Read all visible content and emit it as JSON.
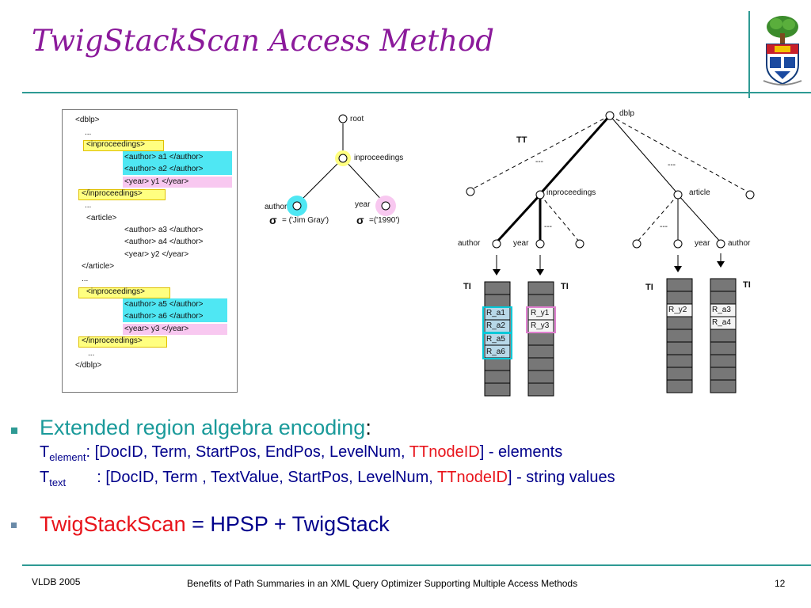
{
  "title": "TwigStackScan Access Method",
  "xml_lines": [
    "<dblp>",
    "...",
    "<inproceedings>",
    "<author> a1 </author>",
    "<author> a2 </author>",
    "<year>     y1 </year>",
    "</inproceedings>",
    "...",
    "<article>",
    "<author> a3 </author>",
    "<author> a4 </author>",
    "<year>     y2 </year>",
    "</article>",
    "...",
    "<inproceedings>",
    "<author> a5 </author>",
    "<author> a6 </author>",
    "<year>     y3 </year>",
    "</inproceedings>",
    "...",
    "</dblp>"
  ],
  "query_tree": {
    "root": "root",
    "inproceedings": "inproceedings",
    "author": "author",
    "year": "year",
    "author_pred": "= ('Jim Gray')",
    "year_pred": "=('1990')",
    "sigma": "σ"
  },
  "summary_tree": {
    "dblp": "dblp",
    "tt": "TT",
    "dashes": "---",
    "inproceedings": "inproceedings",
    "article": "article",
    "author": "author",
    "year": "year",
    "ti": "TI",
    "col1": [
      "R_a1",
      "R_a2",
      "R_a5",
      "R_a6"
    ],
    "col2": [
      "R_y1",
      "R_y3"
    ],
    "col3": [
      "R_y2"
    ],
    "col4": [
      "R_a3",
      "R_a4"
    ]
  },
  "bullets": {
    "b1_heading": "Extended region algebra encoding",
    "b1_colon": ":",
    "t_element_T": "T",
    "t_element_sub": "element",
    "t_element_body_1": ": [DocID, Term, StartPos, EndPos, LevelNum, ",
    "t_element_red": "TTnodeID",
    "t_element_body_2": "]     - elements",
    "t_text_T": "T",
    "t_text_sub": "text",
    "t_text_body_1": ": [DocID, Term , TextValue, StartPos, LevelNum, ",
    "t_text_red": "TTnodeID",
    "t_text_body_2": "] - string values",
    "b2_red": "TwigStackScan",
    "b2_rest": " = HPSP + TwigStack"
  },
  "footer": {
    "left": "VLDB 2005",
    "center": "Benefits of Path Summaries in an XML Query Optimizer Supporting Multiple Access Methods",
    "page": "12"
  },
  "colors": {
    "title": "#8b1a9b",
    "accent": "#2e9a94",
    "heading": "#1a9a9a",
    "red": "#e8141b",
    "navy": "#00008b"
  }
}
